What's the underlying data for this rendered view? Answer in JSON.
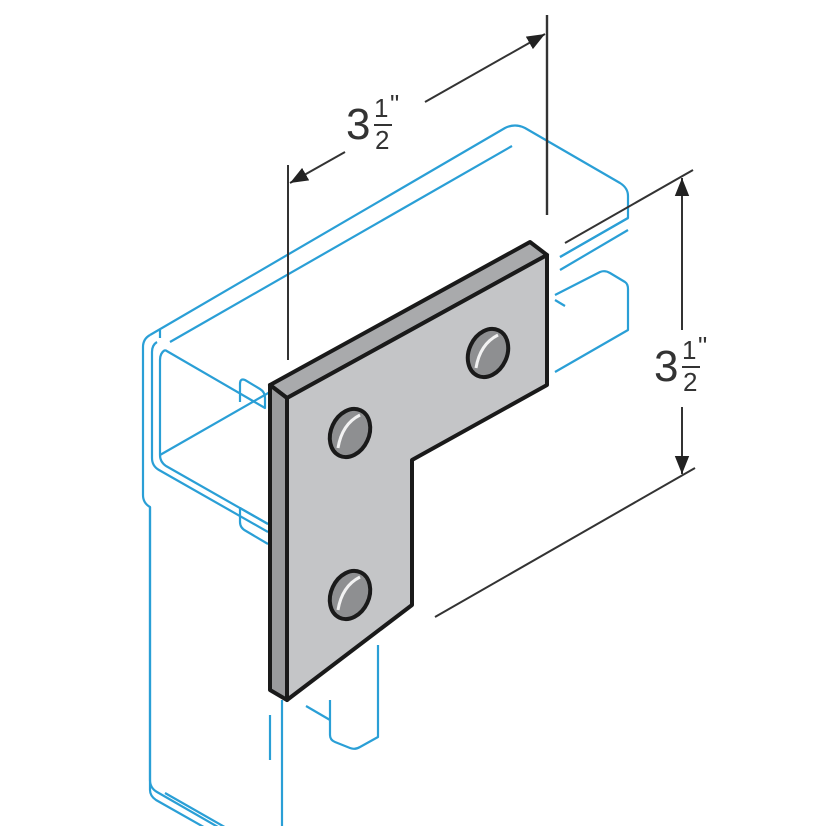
{
  "diagram": {
    "type": "isometric technical drawing",
    "subject": "flat 3-hole corner plate (L-shaped) bolted to strut channel",
    "colors": {
      "channel_outline": "#2a9fd6",
      "plate_face": "#c4c5c7",
      "plate_edge": "#9a9b9d",
      "hole_shadow": "#8e8f91",
      "outline": "#1a1a1a",
      "dimension_line": "#333333",
      "background": "#ffffff"
    },
    "dimensions": {
      "width": {
        "whole": "3",
        "numerator": "1",
        "denominator": "2",
        "unit": "\"",
        "value_in": 3.5
      },
      "height": {
        "whole": "3",
        "numerator": "1",
        "denominator": "2",
        "unit": "\"",
        "value_in": 3.5
      }
    },
    "holes": 3
  }
}
